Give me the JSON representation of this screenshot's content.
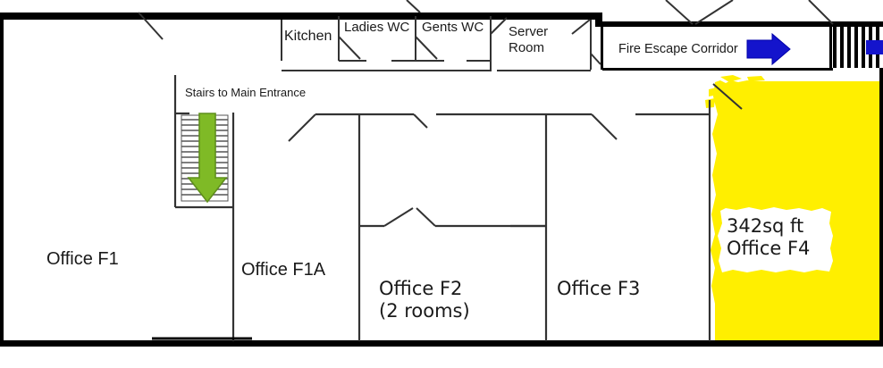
{
  "document": {
    "type": "floor-plan",
    "title": "Office Floor Plan"
  },
  "colors": {
    "wall": "#000000",
    "partition": "#333333",
    "highlight_yellow": "#FFEF00",
    "arrow_green": "#7FBA26",
    "arrow_green_outline": "#5F8F1C",
    "arrow_blue": "#1414CC",
    "label_text": "#1a1a1a",
    "background": "#ffffff"
  },
  "rooms": {
    "kitchen": {
      "label": "Kitchen"
    },
    "ladies_wc": {
      "label": "Ladies WC"
    },
    "gents_wc": {
      "label": "Gents WC"
    },
    "server_room": {
      "label": "Server\nRoom"
    },
    "office_f1": {
      "label": "Office F1"
    },
    "office_f1a": {
      "label": "Office F1A"
    },
    "office_f2": {
      "label": "Office F2\n(2 rooms)"
    },
    "office_f3": {
      "label": "Office F3"
    },
    "office_f4": {
      "label": "342sq ft\nOffice F4",
      "area": "342sq ft",
      "name": "Office F4",
      "highlighted": true
    }
  },
  "annotations": {
    "fire_escape_corridor": {
      "label": "Fire Escape Corridor"
    },
    "stairs_to_main_entrance": {
      "label": "Stairs to Main Entrance"
    }
  },
  "markers": {
    "green_down_arrow": {
      "name": "stairs-direction-arrow",
      "direction": "down"
    },
    "blue_right_arrow": {
      "name": "fire-escape-direction-arrow",
      "direction": "right"
    },
    "blue_right_arrow_edge": {
      "name": "fire-escape-stair-arrow",
      "direction": "right"
    }
  }
}
